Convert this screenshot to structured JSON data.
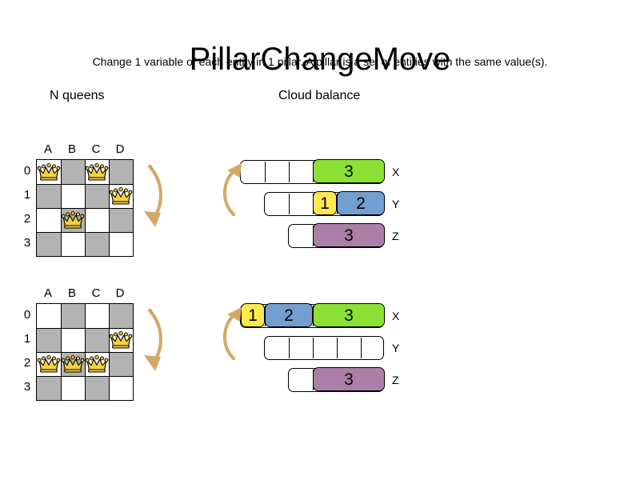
{
  "header": {
    "title": "PillarChangeMove",
    "subtitle": "Change 1 variable of each entity in 1 pillar. A pillar is a set of entities with the same value(s)."
  },
  "sections": {
    "nqueens_heading": "N queens",
    "cloud_heading": "Cloud balance"
  },
  "colors": {
    "light_cell": "#ffffff",
    "dark_cell": "#b3b3b3",
    "arrow": "#d5a86a",
    "green": "#8ce234",
    "blue": "#729fcf",
    "purple": "#ad7fa8",
    "yellow": "#fce94f",
    "queen_gold": "#f4d13d",
    "background": "#ffffff"
  },
  "nqueens": {
    "column_labels": [
      "A",
      "B",
      "C",
      "D"
    ],
    "row_labels": [
      "0",
      "1",
      "2",
      "3"
    ],
    "boards": [
      {
        "name": "before",
        "queens": [
          {
            "col": 0,
            "row": 0
          },
          {
            "col": 2,
            "row": 0
          },
          {
            "col": 3,
            "row": 1
          },
          {
            "col": 1,
            "row": 2
          }
        ]
      },
      {
        "name": "after",
        "queens": [
          {
            "col": 3,
            "row": 1
          },
          {
            "col": 0,
            "row": 2
          },
          {
            "col": 1,
            "row": 2
          },
          {
            "col": 2,
            "row": 2
          }
        ]
      }
    ]
  },
  "cloud_balance": {
    "segment_width": 30,
    "boards": [
      {
        "name": "before",
        "rows": [
          {
            "label": "X",
            "capacity": 6,
            "processes": [
              {
                "value": "3",
                "size": 3,
                "color": "#8ce234"
              }
            ]
          },
          {
            "label": "Y",
            "capacity": 5,
            "processes": [
              {
                "value": "1",
                "size": 1,
                "color": "#fce94f"
              },
              {
                "value": "2",
                "size": 2,
                "color": "#729fcf"
              }
            ]
          },
          {
            "label": "Z",
            "capacity": 4,
            "processes": [
              {
                "value": "3",
                "size": 3,
                "color": "#ad7fa8"
              }
            ]
          }
        ]
      },
      {
        "name": "after",
        "rows": [
          {
            "label": "X",
            "capacity": 6,
            "processes": [
              {
                "value": "1",
                "size": 1,
                "color": "#fce94f"
              },
              {
                "value": "2",
                "size": 2,
                "color": "#729fcf"
              },
              {
                "value": "3",
                "size": 3,
                "color": "#8ce234"
              }
            ]
          },
          {
            "label": "Y",
            "capacity": 5,
            "processes": []
          },
          {
            "label": "Z",
            "capacity": 4,
            "processes": [
              {
                "value": "3",
                "size": 3,
                "color": "#ad7fa8"
              }
            ]
          }
        ]
      }
    ]
  },
  "arrows": [
    {
      "name": "nqueens-arrow-top",
      "direction": "down"
    },
    {
      "name": "nqueens-arrow-bottom",
      "direction": "down"
    },
    {
      "name": "cloud-arrow-top",
      "direction": "up"
    },
    {
      "name": "cloud-arrow-bottom",
      "direction": "up"
    }
  ]
}
